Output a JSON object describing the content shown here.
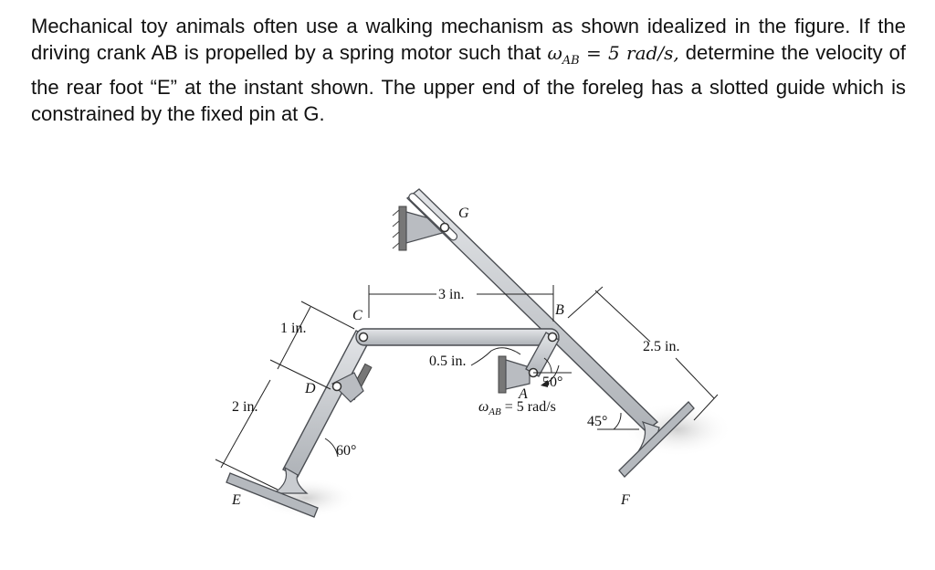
{
  "problem": {
    "text_1": "Mechanical toy animals often use a walking mechanism as shown idealized in the figure. If the driving crank AB is propelled by a spring motor such that ",
    "omega": "ω",
    "omega_sub": "AB",
    "omega_value": " = 5 rad/s,",
    "text_2": " determine the velocity of the rear foot “E” at the instant shown. The upper end of the foreleg has a slotted guide which is constrained by the fixed pin at G."
  },
  "figure": {
    "point_labels": {
      "G": "G",
      "B": "B",
      "C": "C",
      "D": "D",
      "A": "A",
      "E": "E",
      "F": "F"
    },
    "dimensions": {
      "cb": "3 in.",
      "cd": "1 in.",
      "de": "2 in.",
      "ab": "0.5 in.",
      "bf": "2.5 in."
    },
    "angles": {
      "crank": "50°",
      "rear_leg": "60°",
      "foreleg": "45°"
    },
    "omega_label": "ω",
    "omega_sub": "AB",
    "omega_value": " = 5 rad/s",
    "colors": {
      "member_fill": "#c9ccd0",
      "member_stroke": "#4a4d52",
      "shadow": "#d9d9d9"
    }
  }
}
